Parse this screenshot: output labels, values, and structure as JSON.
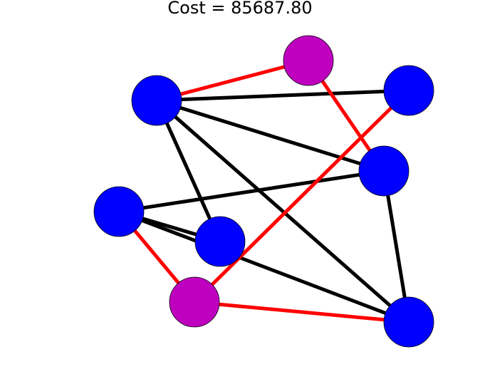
{
  "title": "Cost = 85687.80",
  "colors": {
    "background": "#ffffff",
    "node_default": "#0000ff",
    "node_highlight": "#bf00bf",
    "edge_default": "#000000",
    "edge_highlight": "#ff0000",
    "node_outline": "#000000"
  },
  "nodes": [
    {
      "id": "n1",
      "color": "node_default"
    },
    {
      "id": "n2",
      "color": "node_highlight"
    },
    {
      "id": "n3",
      "color": "node_default"
    },
    {
      "id": "n4",
      "color": "node_default"
    },
    {
      "id": "n5",
      "color": "node_default"
    },
    {
      "id": "n6",
      "color": "node_default"
    },
    {
      "id": "n7",
      "color": "node_highlight"
    },
    {
      "id": "n8",
      "color": "node_default"
    }
  ],
  "edges": [
    {
      "from": "n1",
      "to": "n3",
      "color": "edge_default"
    },
    {
      "from": "n1",
      "to": "n4",
      "color": "edge_default"
    },
    {
      "from": "n1",
      "to": "n5",
      "color": "edge_default"
    },
    {
      "from": "n1",
      "to": "n8",
      "color": "edge_default"
    },
    {
      "from": "n5",
      "to": "n6",
      "color": "edge_default"
    },
    {
      "from": "n4",
      "to": "n6",
      "color": "edge_default"
    },
    {
      "from": "n4",
      "to": "n8",
      "color": "edge_default"
    },
    {
      "from": "n6",
      "to": "n8",
      "color": "edge_default"
    },
    {
      "from": "n1",
      "to": "n2",
      "color": "edge_highlight"
    },
    {
      "from": "n2",
      "to": "n4",
      "color": "edge_highlight"
    },
    {
      "from": "n3",
      "to": "n7",
      "color": "edge_highlight"
    },
    {
      "from": "n6",
      "to": "n7",
      "color": "edge_highlight"
    },
    {
      "from": "n7",
      "to": "n8",
      "color": "edge_highlight"
    }
  ]
}
